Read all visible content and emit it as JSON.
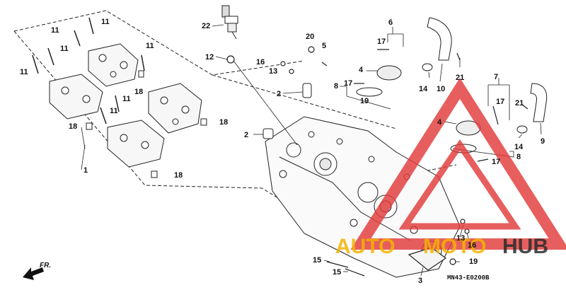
{
  "diagram": {
    "callouts": {
      "c1": "1",
      "c2a": "2",
      "c2b": "2",
      "c3": "3",
      "c4a": "4",
      "c4b": "4",
      "c5": "5",
      "c6": "6",
      "c7": "7",
      "c8a": "8",
      "c8b": "8",
      "c9": "9",
      "c10": "10",
      "c11a": "11",
      "c11b": "11",
      "c11c": "11",
      "c11d": "11",
      "c11e": "11",
      "c11f": "11",
      "c11g": "11",
      "c12": "12",
      "c13a": "13",
      "c13b": "13",
      "c14a": "14",
      "c14b": "14",
      "c15a": "15",
      "c15b": "15",
      "c16a": "16",
      "c16b": "16",
      "c17a": "17",
      "c17b": "17",
      "c17c": "17",
      "c17d": "17",
      "c18a": "18",
      "c18b": "18",
      "c18c": "18",
      "c18d": "18",
      "c19a": "19",
      "c19b": "19",
      "c20": "20",
      "c21a": "21",
      "c21b": "21",
      "c22": "22"
    },
    "front_label": "FR.",
    "diagram_code": "MN43-E0200B"
  },
  "watermark": {
    "text_part1": "AUTO",
    "text_part2": "MOTO",
    "text_part3": "HUB",
    "triangle_color": "#e23b3b",
    "accent_color": "#f4b400",
    "dark_color": "#2b2b2b"
  }
}
